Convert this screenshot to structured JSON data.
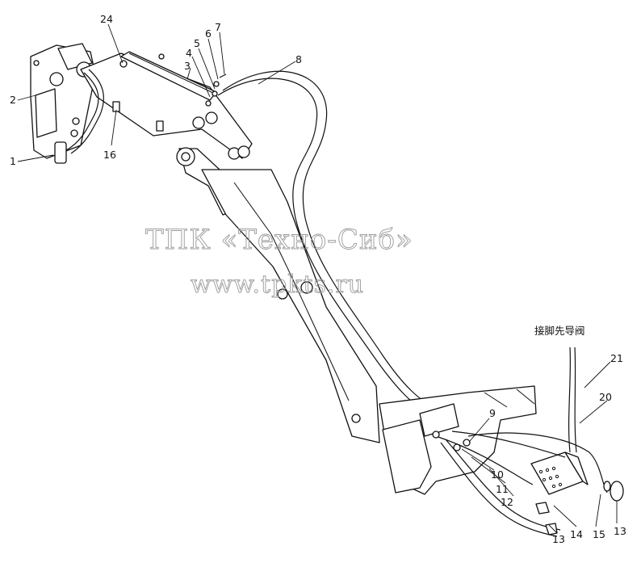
{
  "figure": {
    "callouts": [
      "1",
      "2",
      "3",
      "4",
      "5",
      "6",
      "7",
      "8",
      "9",
      "10",
      "11",
      "12",
      "13",
      "13",
      "14",
      "15",
      "16",
      "20",
      "21",
      "24"
    ],
    "note": "接脚先导阀",
    "watermark": {
      "line1": "ТПК «Техно-Сиб»",
      "line2": "www.tpkts.ru"
    }
  }
}
